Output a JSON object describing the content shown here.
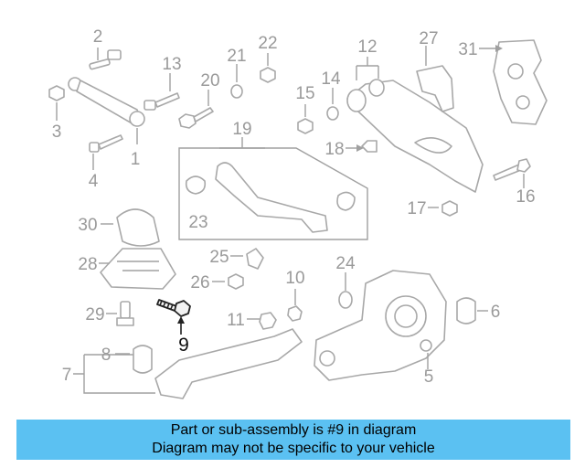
{
  "callouts": [
    "1",
    "2",
    "3",
    "4",
    "5",
    "6",
    "7",
    "8",
    "9",
    "10",
    "11",
    "12",
    "13",
    "14",
    "15",
    "16",
    "17",
    "18",
    "19",
    "20",
    "21",
    "22",
    "23",
    "24",
    "25",
    "26",
    "27",
    "28",
    "29",
    "30",
    "31"
  ],
  "highlighted_part": "9",
  "banner": {
    "line1": "Part or sub-assembly is #9 in diagram",
    "line2": "Diagram may not be specific to your vehicle"
  },
  "colors": {
    "banner": "#5bc1f2",
    "diagram_lines": "#a8a8a8",
    "highlight": "#222222"
  }
}
